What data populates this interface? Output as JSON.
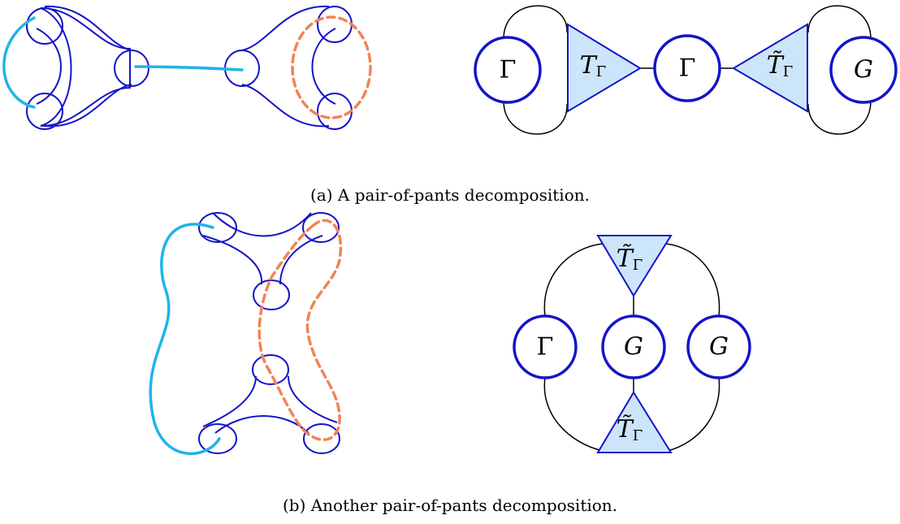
{
  "captions": {
    "a": "(a) A pair-of-pants decomposition.",
    "b": "(b) Another pair-of-pants decomposition."
  },
  "diagram_a": {
    "nodes": [
      "Γ",
      "Γ",
      "G"
    ],
    "triangles": [
      "T",
      "T̃"
    ],
    "triangle_subscript": "Γ"
  },
  "diagram_b": {
    "nodes": [
      "Γ",
      "G",
      "G"
    ],
    "triangles": [
      "T̃",
      "T̃"
    ],
    "triangle_subscript": "Γ"
  },
  "colors": {
    "surface": "#1414c8",
    "cut_solid": "#1fb4ea",
    "cut_dashed": "#f08456",
    "triangle_fill": "#cde5fa"
  }
}
